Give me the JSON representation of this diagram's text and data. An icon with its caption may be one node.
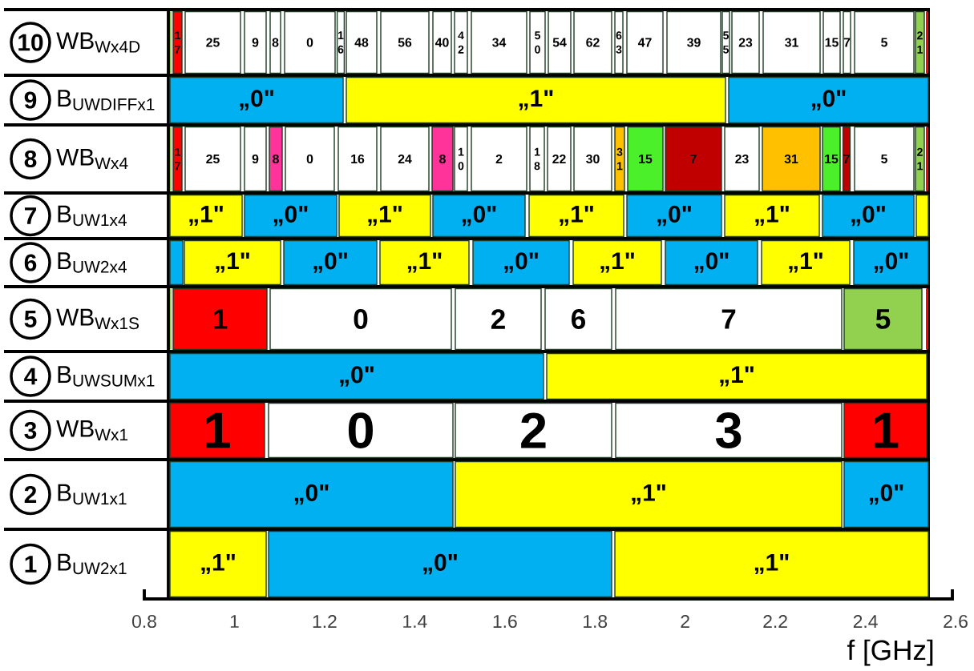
{
  "diagram": {
    "nodes": [
      {
        "text": [
          "10"
        ],
        "beside": [
          "WB$_{Wx4D}$"
        ]
      },
      {
        "text": [],
        "shape": "bar"
      },
      {
        "text": [
          "17"
        ]
      },
      {
        "text": [
          "25"
        ]
      },
      {
        "text": [
          "9"
        ]
      },
      {
        "text": [
          "8"
        ]
      },
      {
        "text": [
          "0"
        ]
      },
      {
        "text": [
          "16"
        ]
      },
      {
        "text": [
          "48"
        ]
      },
      {
        "text": [
          "56"
        ]
      },
      {
        "text": [
          "40"
        ]
      },
      {
        "text": [
          "42"
        ]
      },
      {
        "text": [
          "34"
        ]
      },
      {
        "text": [
          "50"
        ]
      },
      {
        "text": [
          "54"
        ]
      },
      {
        "text": [
          "62"
        ]
      },
      {
        "text": [
          "63"
        ]
      },
      {
        "text": [
          "47"
        ]
      },
      {
        "text": [
          "39"
        ]
      },
      {
        "text": [
          "55"
        ]
      },
      {
        "text": [
          "23"
        ]
      },
      {
        "text": [
          "31"
        ]
      },
      {
        "text": [
          "15"
        ]
      },
      {
        "text": [
          "7"
        ]
      },
      {
        "text": [
          "5"
        ]
      },
      {
        "text": [
          "21"
        ]
      },
      {
        "text": [],
        "shape": "bar"
      },
      {
        "text": [
          "9"
        ],
        "beside": [
          "B$_{UWDIFFx1}$"
        ]
      },
      {
        "text": [
          "„0\""
        ]
      },
      {
        "text": [
          "„1\""
        ]
      },
      {
        "text": [
          "„0\""
        ]
      },
      {
        "text": [
          "8"
        ],
        "beside": [
          "WB$_{Wx4}$"
        ]
      },
      {
        "text": [],
        "shape": "bar"
      },
      {
        "text": [
          "17"
        ]
      },
      {
        "text": [
          "25"
        ]
      },
      {
        "text": [
          "9"
        ]
      },
      {
        "text": [
          "8"
        ]
      },
      {
        "text": [
          "0"
        ]
      },
      {
        "text": [
          "16"
        ]
      },
      {
        "text": [
          "24"
        ]
      },
      {
        "text": [
          "8"
        ]
      },
      {
        "text": [
          "10"
        ]
      },
      {
        "text": [
          "2"
        ]
      },
      {
        "text": [
          "18"
        ]
      },
      {
        "text": [
          "22"
        ]
      },
      {
        "text": [
          "30"
        ]
      },
      {
        "text": [
          "31"
        ]
      },
      {
        "text": [
          "15"
        ]
      },
      {
        "text": [
          "7"
        ]
      },
      {
        "text": [
          "23"
        ]
      },
      {
        "text": [
          "31"
        ]
      },
      {
        "text": [
          "15"
        ]
      },
      {
        "text": [
          "7"
        ]
      },
      {
        "text": [
          "5"
        ]
      },
      {
        "text": [
          "21"
        ]
      },
      {
        "text": [],
        "shape": "bar"
      },
      {
        "text": [
          "7"
        ],
        "beside": [
          "B$_{UW1x4}$"
        ]
      },
      {
        "text": [
          "„1\""
        ]
      },
      {
        "text": [
          "„0\""
        ]
      },
      {
        "text": [
          "„1\""
        ]
      },
      {
        "text": [
          "„0\""
        ]
      },
      {
        "text": [
          "„1\""
        ]
      },
      {
        "text": [
          "„0\""
        ]
      },
      {
        "text": [
          "„1\""
        ]
      },
      {
        "text": [
          "„0\""
        ]
      },
      {
        "text": [],
        "shape": "box"
      },
      {
        "text": [
          "6"
        ],
        "beside": [
          "B$_{UW2x4}$"
        ]
      },
      {
        "text": [],
        "shape": "box"
      },
      {
        "text": [
          "„1\""
        ]
      },
      {
        "text": [
          "„0\""
        ]
      },
      {
        "text": [
          "„1\""
        ]
      },
      {
        "text": [
          "„0\""
        ]
      },
      {
        "text": [
          "„1\""
        ]
      },
      {
        "text": [
          "„0\""
        ]
      },
      {
        "text": [
          "„1\""
        ]
      },
      {
        "text": [
          "„0\""
        ]
      },
      {
        "text": [
          "5"
        ],
        "beside": [
          "WB$_{Wx1S}$"
        ]
      },
      {
        "text": [],
        "shape": "bar"
      },
      {
        "text": [
          "1"
        ]
      },
      {
        "text": [
          "0"
        ]
      },
      {
        "text": [
          "2"
        ]
      },
      {
        "text": [
          "6"
        ]
      },
      {
        "text": [
          "7"
        ]
      },
      {
        "text": [
          "5"
        ]
      },
      {
        "text": [],
        "shape": "bar"
      },
      {
        "text": [
          "4"
        ],
        "beside": [
          "B$_{UWSUMx1}$"
        ]
      },
      {
        "text": [
          "„0\""
        ]
      },
      {
        "text": [
          "„1\""
        ]
      },
      {
        "text": [
          "3"
        ],
        "beside": [
          "WB$_{Wx1}$"
        ]
      },
      {
        "text": [
          "1"
        ]
      },
      {
        "text": [
          "0"
        ]
      },
      {
        "text": [
          "2"
        ]
      },
      {
        "text": [
          "3"
        ]
      },
      {
        "text": [
          "1"
        ]
      },
      {
        "text": [
          "2"
        ],
        "beside": [
          "B$_{UW1x1}$"
        ]
      },
      {
        "text": [
          "„0\""
        ]
      },
      {
        "text": [
          "„1\""
        ]
      },
      {
        "text": [
          "„0\""
        ]
      },
      {
        "text": [
          "1"
        ],
        "beside": [
          "B$_{UW2x1}$"
        ]
      },
      {
        "text": [
          "„1\""
        ]
      },
      {
        "text": [
          "„0\""
        ]
      },
      {
        "text": [
          "„1\""
        ]
      }
    ],
    "labels": [
      "0.8",
      "1",
      "1.2",
      "1.4",
      "1.6",
      "1.8",
      "2",
      "2.2",
      "2.4",
      "2.6",
      "f [GHz]"
    ]
  }
}
